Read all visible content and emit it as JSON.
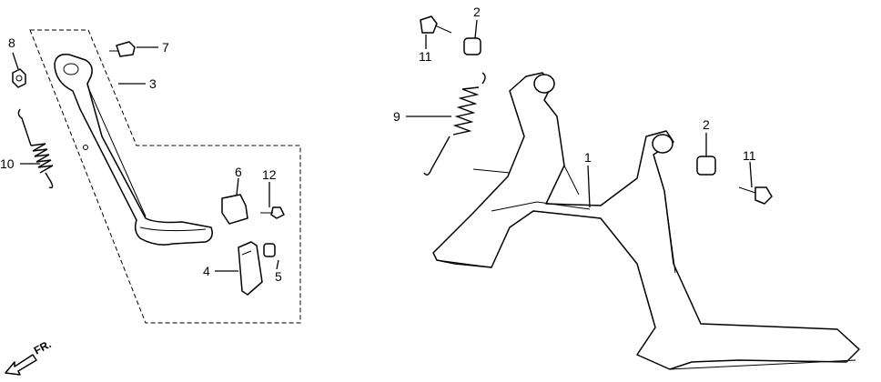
{
  "callouts": {
    "c1": "1",
    "c2a": "2",
    "c2b": "2",
    "c3": "3",
    "c4": "4",
    "c5": "5",
    "c6": "6",
    "c7": "7",
    "c8": "8",
    "c9": "9",
    "c10": "10",
    "c11a": "11",
    "c11b": "11",
    "c12": "12"
  },
  "front_indicator": "FR."
}
